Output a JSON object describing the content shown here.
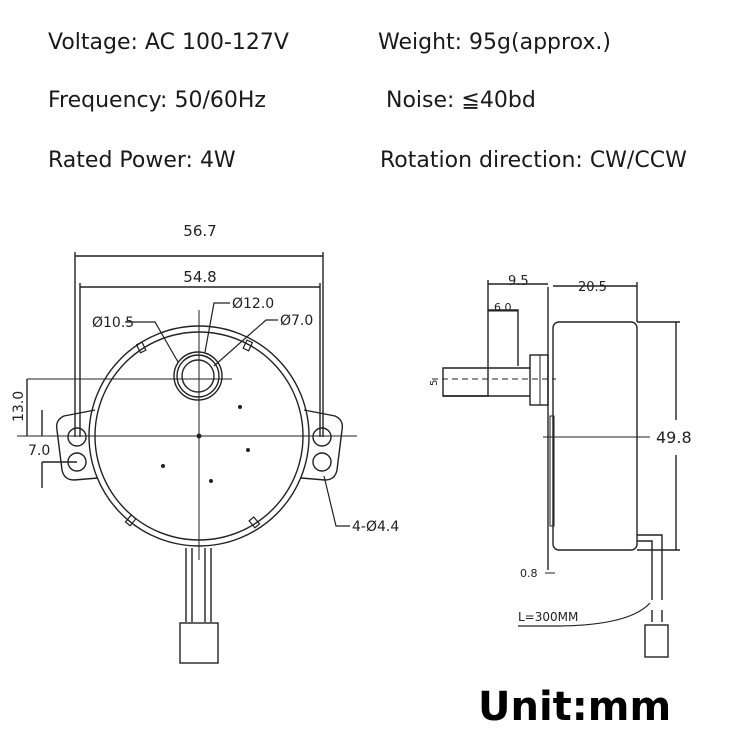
{
  "specs": {
    "voltage": "Voltage: AC 100-127V",
    "weight": "Weight: 95g(approx.)",
    "frequency": "Frequency: 50/60Hz",
    "noise": "Noise: ≦40bd",
    "rated_power": "Rated Power: 4W",
    "rotation": "Rotation direction: CW/CCW"
  },
  "front_view": {
    "overall_width": "56.7",
    "hole_spacing": "54.8",
    "dia_outer": "Ø10.5",
    "dia_mid": "Ø12.0",
    "dia_shaft": "Ø7.0",
    "offset_13": "13.0",
    "offset_7": "7.0",
    "holes": "4-Ø4.4"
  },
  "side_view": {
    "shaft_length": "9.5",
    "flat_length": "6.0",
    "body_depth": "20.5",
    "body_height": "49.8",
    "plate": "0.8",
    "shaft_small": "5",
    "wire_length": "L=300MM"
  },
  "unit_label": "Unit:mm"
}
